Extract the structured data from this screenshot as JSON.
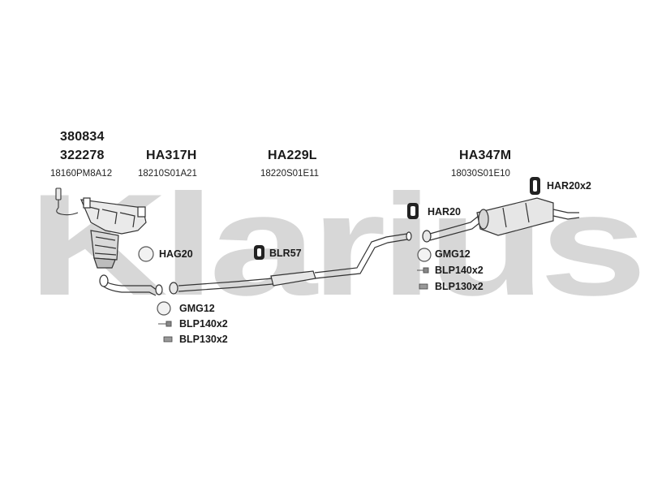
{
  "watermark": {
    "text": "Klarius",
    "color": "#d7d7d7"
  },
  "groups": [
    {
      "code": "380834",
      "code2": "322278",
      "ref": "18160PM8A12"
    },
    {
      "code": "HA317H",
      "ref": "18210S01A21"
    },
    {
      "code": "HA229L",
      "ref": "18220S01E11"
    },
    {
      "code": "HA347M",
      "ref": "18030S01E10"
    }
  ],
  "parts": {
    "hag20": "HAG20",
    "blr57": "BLR57",
    "har20": "HAR20",
    "har20x2": "HAR20x2",
    "gmg12_front": "GMG12",
    "blp140x2_front": "BLP140x2",
    "blp130x2_front": "BLP130x2",
    "gmg12_rear": "GMG12",
    "blp140x2_rear": "BLP140x2",
    "blp130x2_rear": "BLP130x2"
  },
  "colors": {
    "line": "#333333",
    "fill": "#e6e6e6",
    "dark": "#222222"
  }
}
